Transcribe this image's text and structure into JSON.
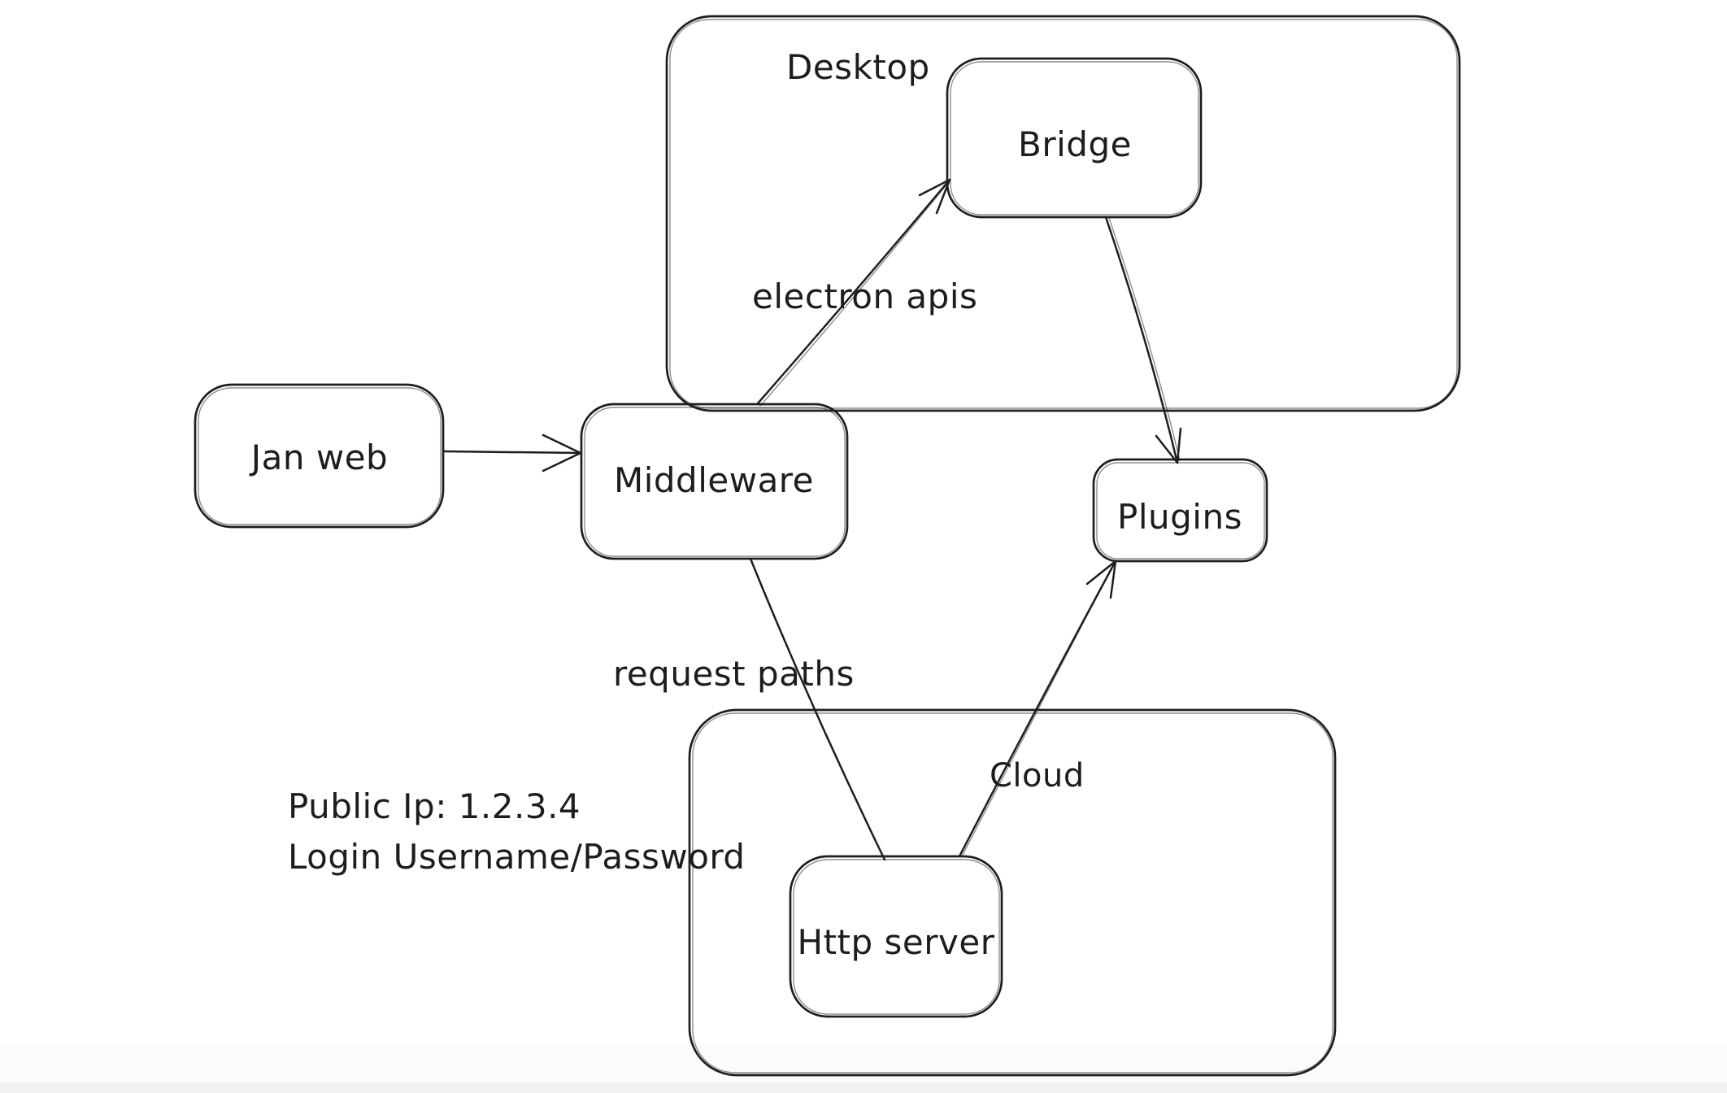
{
  "diagram": {
    "type": "hand-drawn-architecture-diagram",
    "colors": {
      "background": "#ffffff",
      "stroke": "#1e1e1e",
      "text": "#1d1d1f",
      "bottom_strip": "#f0f1f3"
    },
    "containers": [
      {
        "label": "Desktop"
      },
      {
        "label": "Cloud"
      }
    ],
    "nodes": [
      {
        "label": "Jan web"
      },
      {
        "label": "Middleware"
      },
      {
        "label": "Bridge"
      },
      {
        "label": "Plugins"
      },
      {
        "label": "Http server"
      }
    ],
    "edges": [
      {
        "from": "Jan web",
        "to": "Middleware",
        "label": "",
        "arrowhead": true
      },
      {
        "from": "Middleware",
        "to": "Bridge",
        "label": "electron apis",
        "arrowhead": true
      },
      {
        "from": "Bridge",
        "to": "Plugins",
        "label": "",
        "arrowhead": true
      },
      {
        "from": "Middleware",
        "to": "Http server",
        "label": "request paths",
        "arrowhead": false
      },
      {
        "from": "Http server",
        "to": "Plugins",
        "label": "",
        "arrowhead": true
      }
    ],
    "annotations": {
      "public_ip": "Public Ip: 1.2.3.4",
      "login": "Login Username/Password"
    }
  }
}
